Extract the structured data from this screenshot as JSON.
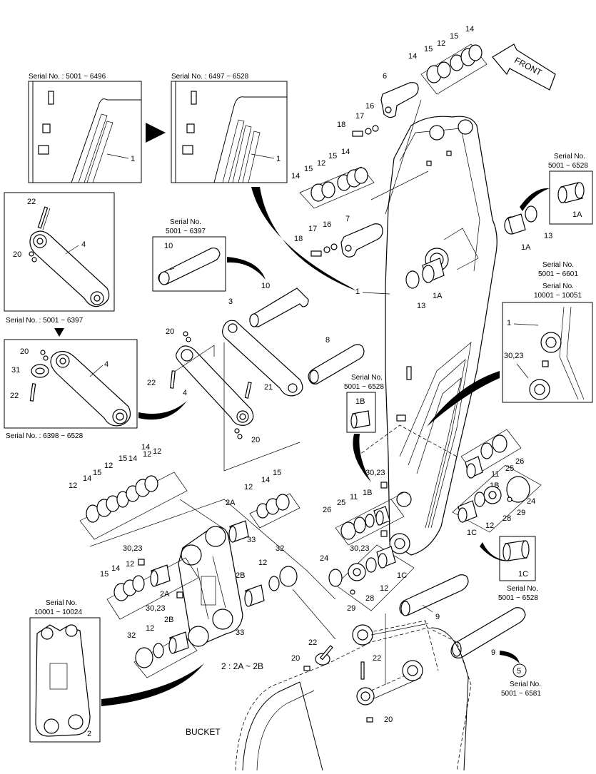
{
  "front_label": "FRONT",
  "bucket_label": "BUCKET",
  "note_2": "2 : 2A ~ 2B",
  "serial_boxes": {
    "top_left": "Serial No. : 5001 ~ 6496",
    "top_mid": "Serial No. : 6497 ~ 6528",
    "pin_10_title": "Serial No.",
    "pin_10_range": "5001 ~ 6397",
    "link_4_old": "Serial No. : 5001 ~ 6397",
    "link_4_new": "Serial No. : 6398 ~ 6528",
    "bush_1A_title": "Serial No.",
    "bush_1A_range": "5001 ~ 6528",
    "bush_1B_title": "Serial No.",
    "bush_1B_range": "5001 ~ 6528",
    "bush_1C_title": "Serial No.",
    "bush_1C_range": "5001 ~ 6528",
    "arm_right_title": "Serial No.",
    "arm_right_range1": "5001 ~ 6601",
    "arm_right_title2": "Serial No.",
    "arm_right_range2": "10001 ~ 10051",
    "link_2_title": "Serial No.",
    "link_2_range": "10001 ~ 10024",
    "pin_9_title": "Serial No.",
    "pin_9_range": "5001 ~ 6581"
  },
  "callouts": {
    "c1": "1",
    "c2": "2",
    "c3": "3",
    "c4": "4",
    "c5": "5",
    "c6": "6",
    "c7": "7",
    "c8": "8",
    "c9": "9",
    "c10": "10",
    "c11": "11",
    "c12": "12",
    "c13": "13",
    "c14": "14",
    "c15": "15",
    "c16": "16",
    "c17": "17",
    "c18": "18",
    "c20": "20",
    "c21": "21",
    "c22": "22",
    "c24": "24",
    "c25": "25",
    "c26": "26",
    "c28": "28",
    "c29": "29",
    "c31": "31",
    "c32": "32",
    "c33": "33",
    "c1A": "1A",
    "c1B": "1B",
    "c1C": "1C",
    "c2A": "2A",
    "c2B": "2B",
    "c3023": "30,23"
  }
}
